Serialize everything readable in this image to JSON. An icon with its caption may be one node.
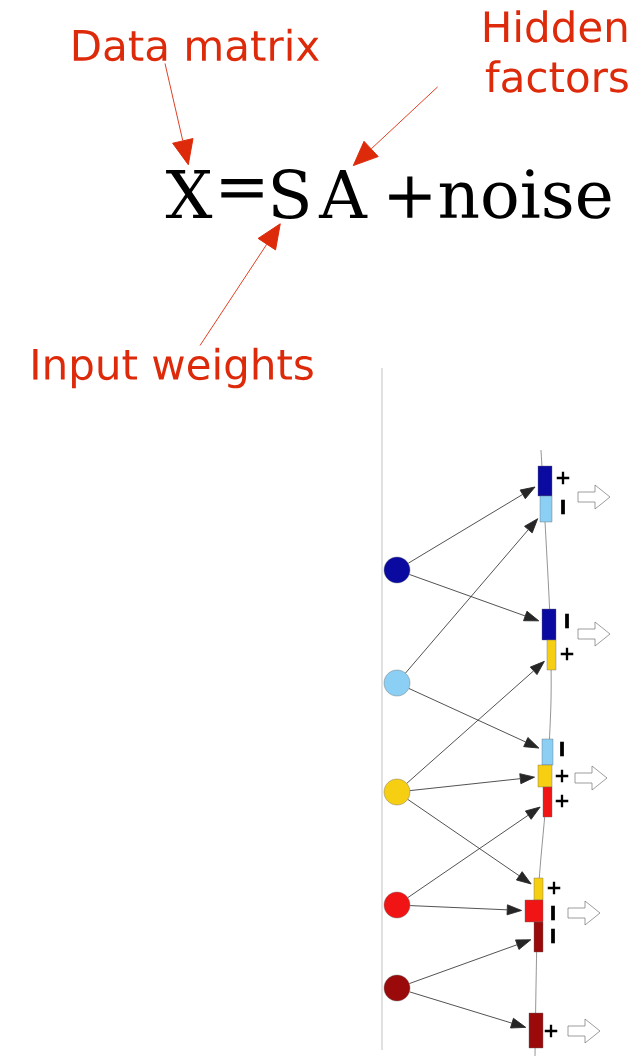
{
  "diagram": {
    "nodes": [
      {
        "text": [
          "Data matrix"
        ]
      },
      {
        "text": [
          "Hidden factors"
        ]
      },
      {
        "text": [
          "Input weights"
        ]
      },
      {
        "text": [
          "X"
        ]
      },
      {
        "text": [
          "S"
        ]
      },
      {
        "text": [
          "A"
        ]
      },
      {
        "text": [],
        "shape": "circle"
      },
      {
        "text": [],
        "shape": "circle"
      },
      {
        "text": [],
        "shape": "circle"
      },
      {
        "text": [],
        "shape": "circle"
      },
      {
        "text": [],
        "shape": "circle"
      },
      {
        "text": [],
        "shape": "bar",
        "beside": [
          "+"
        ]
      },
      {
        "text": [],
        "shape": "bar",
        "beside": [
          "I"
        ]
      },
      {
        "text": [],
        "shape": "bar",
        "beside": [
          "I"
        ]
      },
      {
        "text": [],
        "shape": "bar",
        "beside": [
          "+"
        ]
      },
      {
        "text": [],
        "shape": "bar",
        "beside": [
          "I"
        ]
      },
      {
        "text": [],
        "shape": "bar",
        "beside": [
          "+"
        ]
      },
      {
        "text": [],
        "shape": "bar",
        "beside": [
          "+"
        ]
      },
      {
        "text": [],
        "shape": "bar",
        "beside": [
          "+"
        ]
      },
      {
        "text": [],
        "shape": "bar",
        "beside": [
          "I"
        ]
      },
      {
        "text": [],
        "shape": "bar",
        "beside": [
          "I"
        ]
      },
      {
        "text": [],
        "shape": "bar",
        "beside": [
          "+"
        ]
      }
    ],
    "edges": [
      {
        "from": 0,
        "to": 3,
        "arrow": "to",
        "color": "#dd2a0a"
      },
      {
        "from": 1,
        "to": 5,
        "arrow": "to",
        "color": "#dd2a0a"
      },
      {
        "from": 2,
        "to": 4,
        "arrow": "to",
        "color": "#dd2a0a"
      },
      {
        "from": 6,
        "to": 11,
        "arrow": "to"
      },
      {
        "from": 6,
        "to": 13,
        "arrow": "to"
      },
      {
        "from": 7,
        "to": 12,
        "arrow": "to"
      },
      {
        "from": 7,
        "to": 15,
        "arrow": "to"
      },
      {
        "from": 8,
        "to": 14,
        "arrow": "to"
      },
      {
        "from": 8,
        "to": 16,
        "arrow": "to"
      },
      {
        "from": 8,
        "to": 18,
        "arrow": "to"
      },
      {
        "from": 9,
        "to": 17,
        "arrow": "to"
      },
      {
        "from": 9,
        "to": 19,
        "arrow": "to"
      },
      {
        "from": 10,
        "to": 20,
        "arrow": "to"
      },
      {
        "from": 10,
        "to": 21,
        "arrow": "to"
      }
    ],
    "labels": [
      "=",
      "+noise"
    ]
  }
}
